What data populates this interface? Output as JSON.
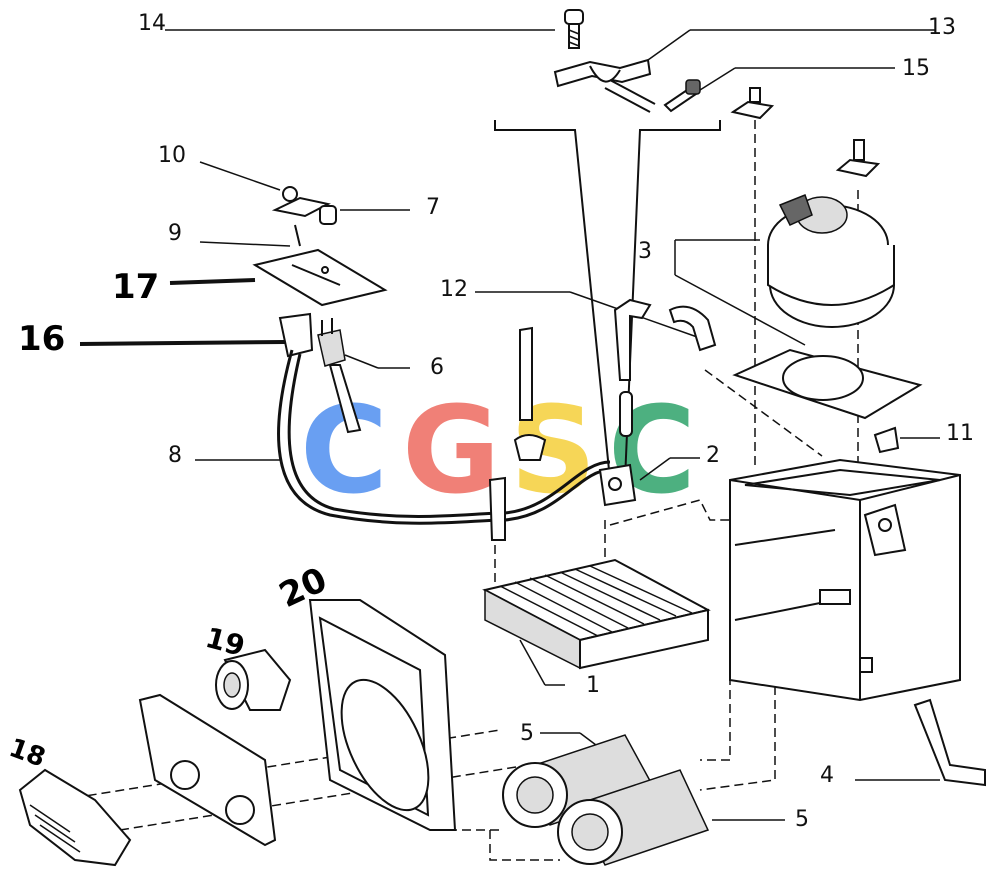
{
  "labels": {
    "l1": "1",
    "l2": "2",
    "l3": "3",
    "l4": "4",
    "l5a": "5",
    "l5b": "5",
    "l6": "6",
    "l7": "7",
    "l8": "8",
    "l9": "9",
    "l10": "10",
    "l11": "11",
    "l12": "12",
    "l13": "13",
    "l14": "14",
    "l15": "15",
    "l16": "16",
    "l17": "17",
    "l18": "18",
    "l19": "19",
    "l20": "20"
  },
  "watermark": {
    "c1": "C",
    "g": "G",
    "s": "S",
    "c2": "C"
  },
  "colors": {
    "watermark_blue": "#4f8ff0",
    "watermark_red": "#ee6b60",
    "watermark_yellow": "#f5cf3a",
    "watermark_green": "#2fa36b"
  }
}
